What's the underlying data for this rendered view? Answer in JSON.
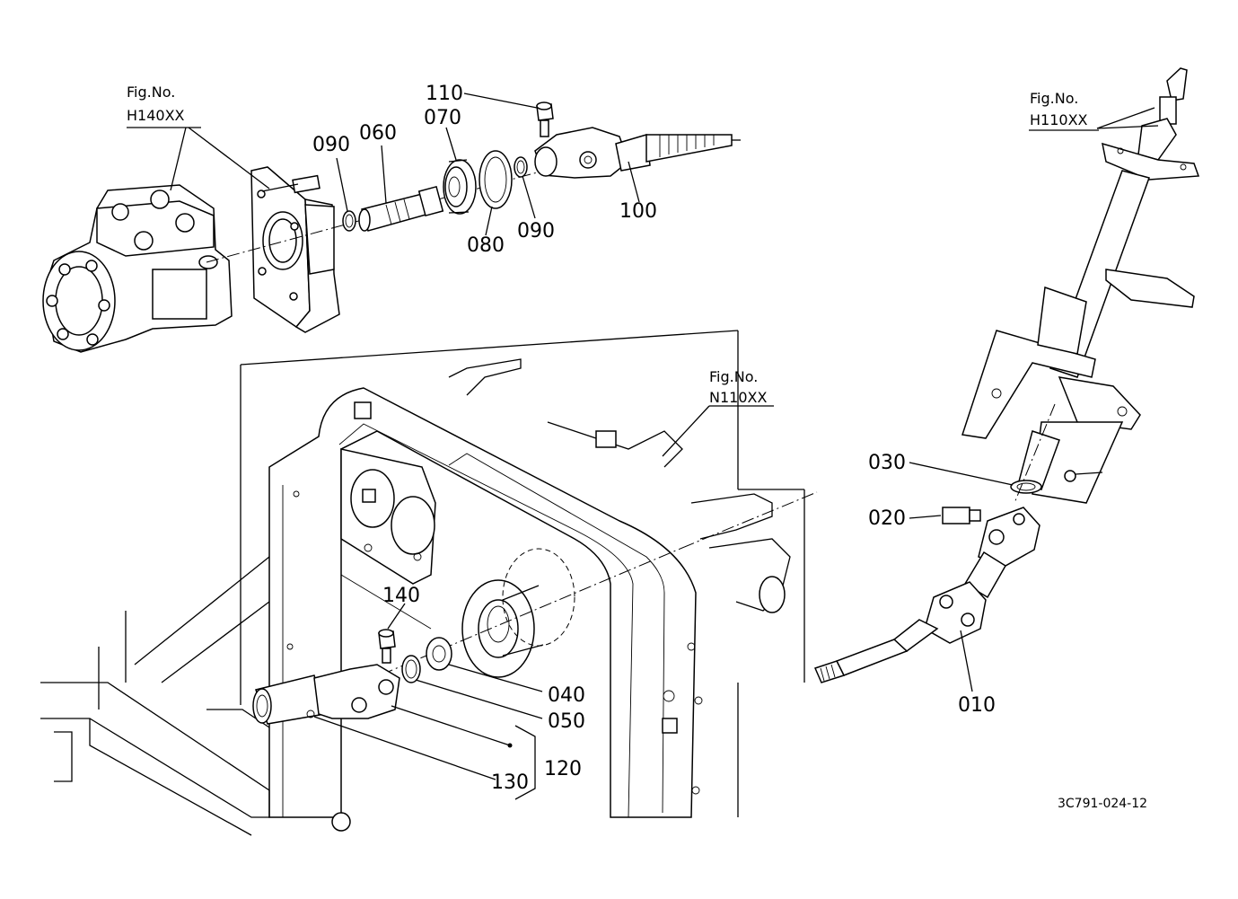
{
  "figure_refs": {
    "h140": {
      "line1": "Fig.No.",
      "line2": "H140XX"
    },
    "h110": {
      "line1": "Fig.No.",
      "line2": "H110XX"
    },
    "n110": {
      "line1": "Fig.No.",
      "line2": "N110XX"
    }
  },
  "part_labels": {
    "p010": "010",
    "p020": "020",
    "p030": "030",
    "p040": "040",
    "p050": "050",
    "p060": "060",
    "p070": "070",
    "p080": "080",
    "p090a": "090",
    "p090b": "090",
    "p100": "100",
    "p110": "110",
    "p120": "120",
    "p130": "130",
    "p140": "140"
  },
  "drawing_code": "3C791-024-12"
}
